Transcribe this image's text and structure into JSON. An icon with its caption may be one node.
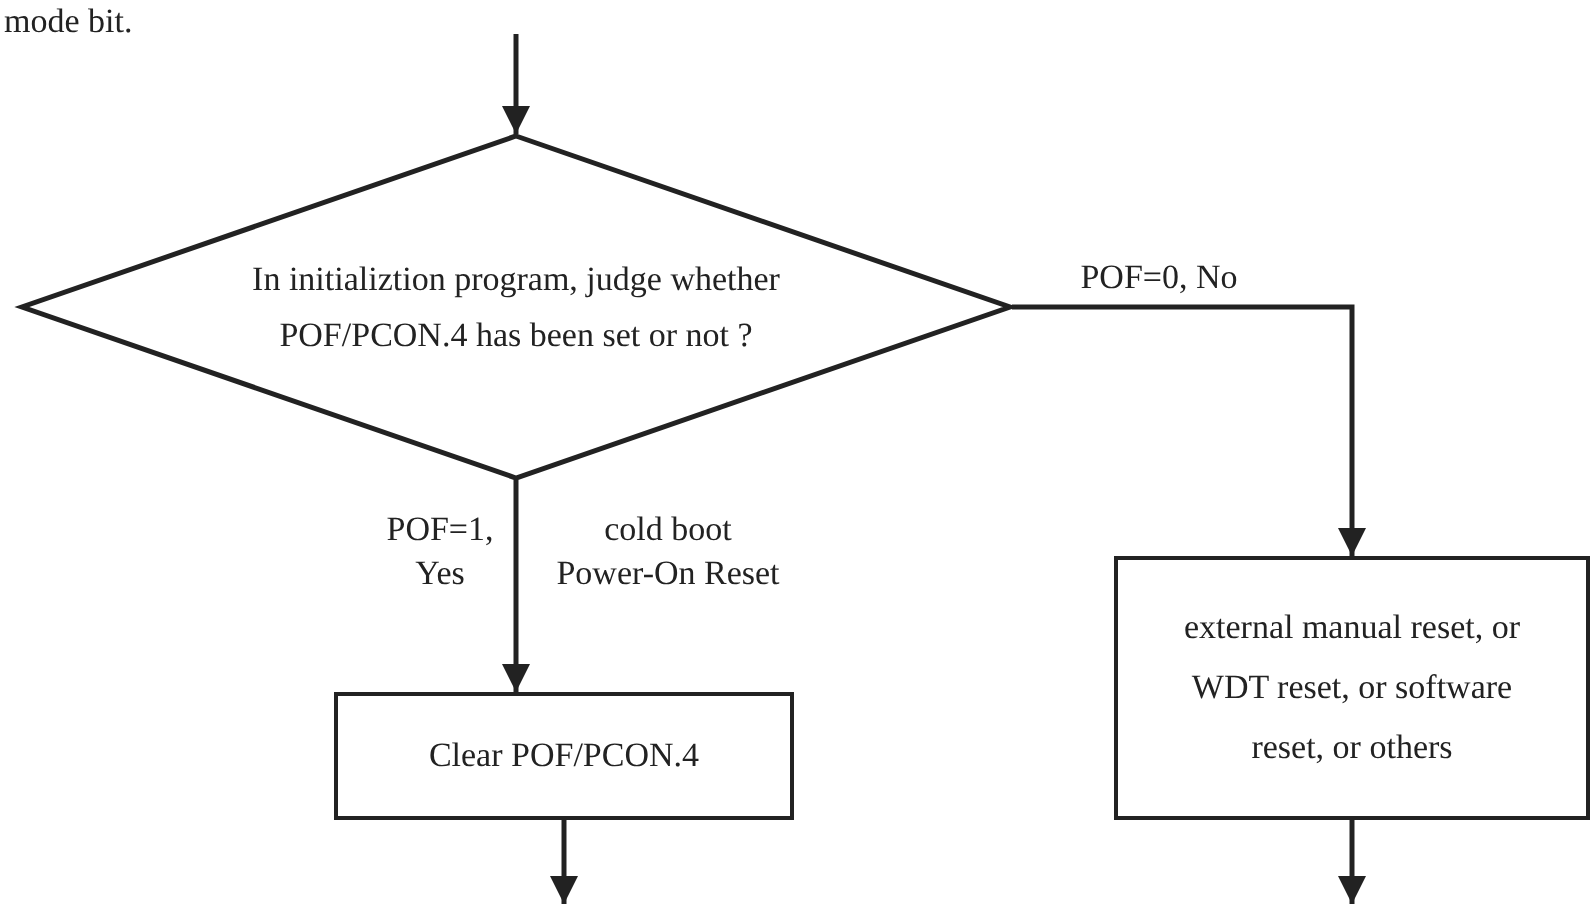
{
  "diagram": {
    "nodes": [
      {
        "text": [
          "In initializtion program, judge whether POF/PCON.4 has been set or not ?"
        ]
      },
      {
        "text": [
          "Clear POF/PCON.4"
        ]
      },
      {
        "text": [
          "external manual reset, or WDT reset, or software reset, or others"
        ]
      }
    ],
    "edges": [
      {
        "from": null,
        "to": 0,
        "arrow": "to"
      },
      {
        "from": 0,
        "to": 2,
        "arrow": "to",
        "label": "POF=0, No"
      },
      {
        "from": 0,
        "to": 1,
        "arrow": "to",
        "label": "POF=1, Yes"
      },
      {
        "from": 1,
        "to": null,
        "arrow": "to"
      },
      {
        "from": 2,
        "to": null,
        "arrow": "to"
      }
    ],
    "labels": [
      "mode bit.",
      "cold boot Power-On Reset"
    ]
  }
}
